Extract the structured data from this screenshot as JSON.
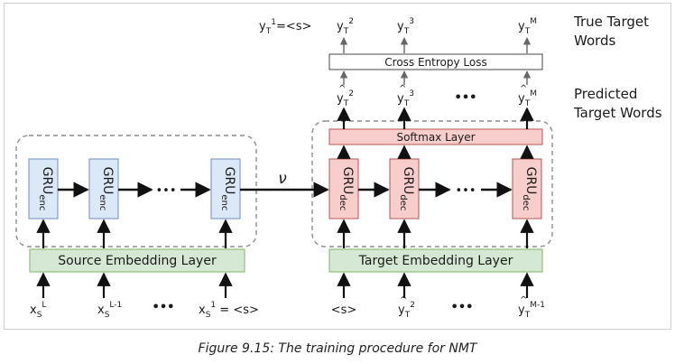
{
  "caption": "Figure 9.15: The training procedure for NMT",
  "labels": {
    "true_target_line1": "True Target",
    "true_target_line2": "Words",
    "predicted_line1": "Predicted",
    "predicted_line2": "Target Words",
    "cross_entropy": "Cross Entropy Loss",
    "softmax": "Softmax Layer",
    "source_embedding": "Source Embedding Layer",
    "target_embedding": "Target Embedding Layer",
    "context_vector": "ν",
    "dots": "•••"
  },
  "encoder": {
    "gru": "GRU",
    "sub": "enc"
  },
  "decoder": {
    "gru": "GRU",
    "sub": "dec"
  },
  "true_targets": [
    {
      "base": "y",
      "sub": "T",
      "sup": "1",
      "suffix": "=<s>"
    },
    {
      "base": "y",
      "sub": "T",
      "sup": "2"
    },
    {
      "base": "y",
      "sub": "T",
      "sup": "3"
    },
    {
      "base": "y",
      "sub": "T",
      "sup": "M"
    }
  ],
  "predicted": [
    {
      "base": "y",
      "sub": "T",
      "sup": "2"
    },
    {
      "base": "y",
      "sub": "T",
      "sup": "3"
    },
    {
      "base": "y",
      "sub": "T",
      "sup": "M"
    }
  ],
  "source_inputs": [
    {
      "base": "x",
      "sub": "S",
      "sup": "L"
    },
    {
      "base": "x",
      "sub": "S",
      "sup": "L-1"
    },
    {
      "base": "x",
      "sub": "S",
      "sup": "1",
      "suffix": " = <s>"
    }
  ],
  "target_inputs": [
    {
      "text": "<s>"
    },
    {
      "base": "y",
      "sub": "T",
      "sup": "2",
      "hat": true
    },
    {
      "base": "y",
      "sub": "T",
      "sup": "M-1",
      "hat": true
    }
  ],
  "colors": {
    "enc_fill": "#dbe8f8",
    "enc_stroke": "#6c8ebf",
    "dec_fill": "#f8cecc",
    "dec_stroke": "#b85450",
    "emb_fill": "#d5e8d4",
    "emb_stroke": "#82b366",
    "dash": "#8c8c8c"
  }
}
